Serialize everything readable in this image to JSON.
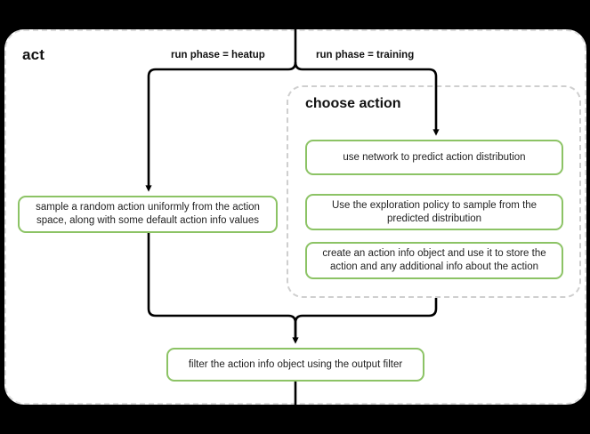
{
  "diagram": {
    "title": "act",
    "outer_group_label": "act",
    "inner_group_label": "choose\naction",
    "accent_color": "#8cc365",
    "edge_color": "#000000",
    "group_border_color": "#d4d4d4",
    "background_color": "#ffffff"
  },
  "edge_labels": {
    "heatup": "run phase = heatup",
    "training": "run phase = training"
  },
  "nodes": {
    "sample_random": "sample a random action uniformly from the action space, along with some default action info values",
    "use_network": "use network to predict action distribution",
    "exploration_policy": "Use the exploration policy to sample from the predicted distribution",
    "create_action_info": "create an action info object and use it to store the action and any additional info about the action",
    "filter_action_info": "filter the action info object using the output filter"
  },
  "groups": {
    "choose_action": "choose action"
  }
}
